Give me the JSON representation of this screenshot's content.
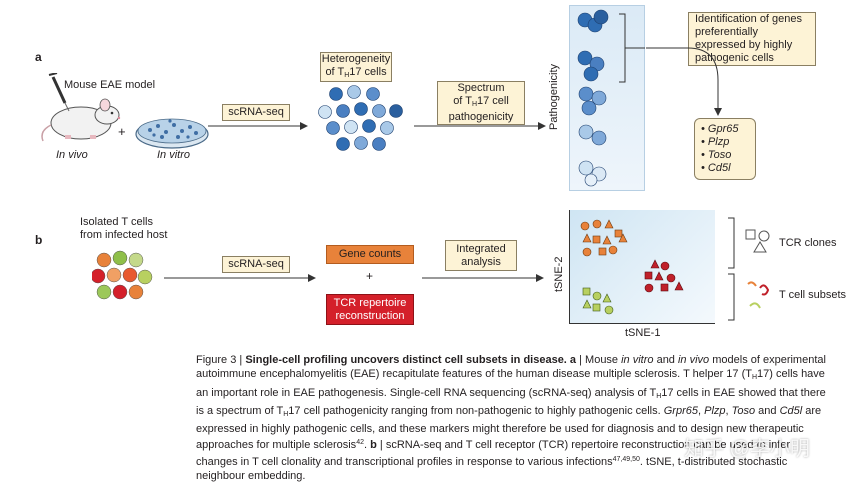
{
  "panel_a": {
    "label": "a",
    "mouse_label": "Mouse EAE model",
    "in_vivo": "In vivo",
    "in_vitro": "In vitro",
    "plus": "+",
    "method": "scRNA-seq",
    "heterogeneity_line1": "Heterogeneity",
    "heterogeneity_line2_pre": "of T",
    "heterogeneity_sub": "H",
    "heterogeneity_line2_post": "17 cells",
    "spectrum_line1": "Spectrum",
    "spectrum_line2_pre": "of T",
    "spectrum_sub": "H",
    "spectrum_line2_post": "17 cell",
    "spectrum_line3": "pathogenicity",
    "axis_label": "Pathogenicity",
    "identification": [
      "Identification of genes",
      "preferentially",
      "expressed by highly",
      "pathogenic cells"
    ],
    "genes": [
      "Gpr65",
      "Plzp",
      "Toso",
      "Cd5l"
    ]
  },
  "panel_b": {
    "label": "b",
    "isolated_line1": "Isolated T cells",
    "isolated_line2": "from infected host",
    "method": "scRNA-seq",
    "gene_counts": "Gene counts",
    "plus": "+",
    "tcr_line1": "TCR repertoire",
    "tcr_line2": "reconstruction",
    "integrated_line1": "Integrated",
    "integrated_line2": "analysis",
    "tsne_x": "tSNE-1",
    "tsne_y": "tSNE-2",
    "legend_tcr": "TCR clones",
    "legend_subsets": "T cell subsets"
  },
  "caption": {
    "figure": "Figure 3 | ",
    "title": "Single-cell profiling uncovers distinct cell subsets in disease.",
    "a_label": " a",
    "a1": " | Mouse ",
    "a_invitro": "in vitro",
    "a2": " and ",
    "a_invivo": "in vivo",
    "a3": " models of experimental autoimmune encephalomyelitis (EAE) recapitulate features of the human disease multiple sclerosis. T helper 17 (T",
    "h": "H",
    "a4": "17) cells have an important role in EAE pathogenesis. Single-cell RNA sequencing (scRNA-seq) analysis of T",
    "a5": "17 cells in EAE showed that there is a spectrum of T",
    "a6": "17 cell pathogenicity ranging from non-pathogenic to highly pathogenic cells. ",
    "g1": "Grpr65",
    "c1": ", ",
    "g2": "Plzp",
    "c2": ", ",
    "g3": "Toso",
    "c3": " and ",
    "g4": "Cd5l",
    "a7": " are expressed in highly pathogenic cells, and these markers might therefore be used for diagnosis and to design new therapeutic approaches for multiple sclerosis",
    "ref1": "42",
    "a8": ". ",
    "b_label": "b",
    "b1": " | scRNA-seq and T cell receptor (TCR) repertoire reconstruction can be used to infer changes in T cell clonality and transcriptional profiles in response to various infections",
    "ref2": "47,49,50",
    "b2": ". tSNE, t-distributed stochastic neighbour embedding."
  },
  "watermark": "知乎 @李小明",
  "colors": {
    "cream": "#fdf3d6",
    "orange": "#e8823a",
    "red": "#d4202a",
    "blue_dark": "#2f6db3",
    "blue_light": "#cfe3f3",
    "panel_bg": "#e3f0f8"
  }
}
